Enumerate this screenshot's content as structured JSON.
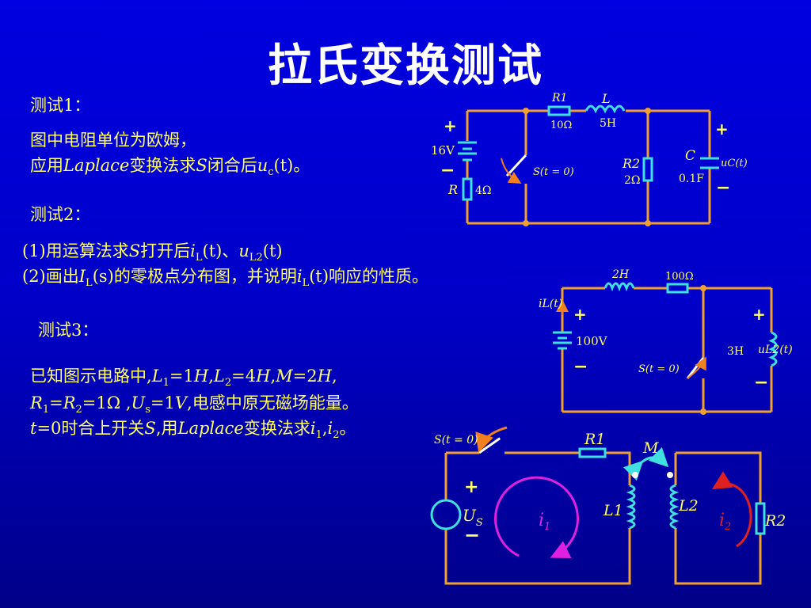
{
  "title": "拉氏变换测试",
  "test1": {
    "heading": "测试1：",
    "line1": "图中电阻单位为欧姆，",
    "line2_pre": "应用",
    "line2_laplace": "Laplace",
    "line2_mid": "变换法求",
    "line2_s": "S",
    "line2_post": "闭合后",
    "line2_u": "u",
    "line2_usub": "c",
    "line2_t": "(t)",
    "line2_end": "。"
  },
  "test2": {
    "heading": "测试2：",
    "q1_pre": "(1)用运算法求",
    "q1_s": "S",
    "q1_mid": "打开后",
    "q1_i": "i",
    "q1_isub": "L",
    "q1_t1": "(t)",
    "q1_sep": "、",
    "q1_u": "u",
    "q1_usub": "L2",
    "q1_t2": "(t)",
    "q2_pre": "(2)画出",
    "q2_I": "I",
    "q2_Isub": "L",
    "q2_s": "(s)",
    "q2_mid": "的零极点分布图，并说明",
    "q2_i": "i",
    "q2_isub": "L",
    "q2_t": "(t)",
    "q2_post": "响应的性质。"
  },
  "test3": {
    "heading": "测试3：",
    "l1_pre": "已知图示电路中,",
    "l1_L1": "L",
    "l1_L1sub": "1",
    "l1_v1": "=1",
    "l1_H1": "H",
    "l1_c1": ",",
    "l1_L2": "L",
    "l1_L2sub": "2",
    "l1_v2": "=4",
    "l1_H2": "H",
    "l1_c2": ",",
    "l1_M": "M",
    "l1_v3": "=2",
    "l1_H3": "H",
    "l1_c3": ",",
    "l2_R1": "R",
    "l2_R1sub": "1",
    "l2_eq": "=",
    "l2_R2": "R",
    "l2_R2sub": "2",
    "l2_v": "=1Ω ,",
    "l2_U": "U",
    "l2_Usub": "s",
    "l2_uv": "=1",
    "l2_V": "V",
    "l2_post": ",电感中原无磁场能量。",
    "l3_t": "t",
    "l3_pre": "=0时合上开关",
    "l3_S": "S",
    "l3_mid": ",用",
    "l3_laplace": "Laplace",
    "l3_mid2": "变换法求",
    "l3_i1": "i",
    "l3_i1sub": "1",
    "l3_c": ",",
    "l3_i2": "i",
    "l3_i2sub": "2",
    "l3_end": "。"
  },
  "circuit1": {
    "r1_label": "R1",
    "r1_value": "10Ω",
    "l_label": "L",
    "l_value": "5H",
    "source_value": "16V",
    "r_label": "R",
    "r_value": "4Ω",
    "switch_label": "S(t = 0)",
    "r2_label": "R2",
    "r2_value": "2Ω",
    "c_label": "C",
    "c_value": "0.1F",
    "uc_label": "uC(t)",
    "plus": "+",
    "minus": "−"
  },
  "circuit2": {
    "l_value": "2H",
    "r_value": "100Ω",
    "il_label": "iL(t)",
    "source_value": "100V",
    "switch_label": "S(t = 0)",
    "l2_value": "3H",
    "ul2_label": "uL2(t)",
    "plus": "+",
    "minus": "−"
  },
  "circuit3": {
    "switch_label": "S(t = 0)",
    "r1_label": "R1",
    "m_label": "M",
    "us_label": "U",
    "us_sub": "S",
    "l1_label": "L1",
    "l2_label": "L2",
    "i1_label": "i",
    "i1_sub": "1",
    "i2_label": "i",
    "i2_sub": "2",
    "r2_label": "R2",
    "plus": "+",
    "minus": "−"
  },
  "colors": {
    "background": "#0000d8",
    "wire": "#f0a030",
    "component": "#40e0e0",
    "text": "#ffff66",
    "magenta": "#e020e0",
    "red": "#e02020"
  }
}
